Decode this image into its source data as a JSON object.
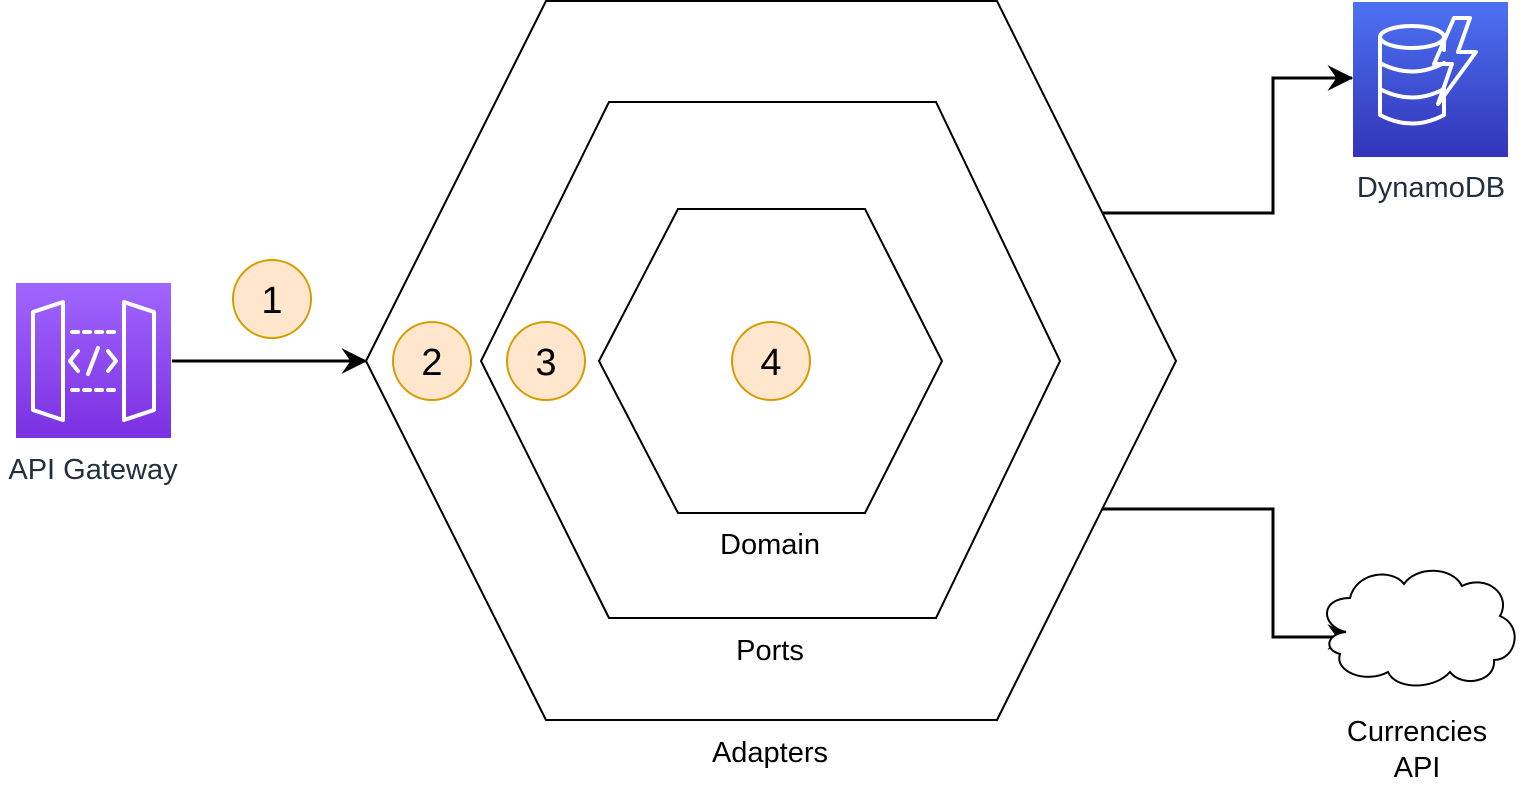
{
  "colors": {
    "api_gateway_top": "#a166ff",
    "api_gateway_bottom": "#7b30e1",
    "dynamodb_top": "#4d72f3",
    "dynamodb_bottom": "#3334b9",
    "step_fill": "#ffe6cc",
    "step_stroke": "#d79b00",
    "line": "#000000",
    "service_label": "#232f3e"
  },
  "nodes": {
    "api_gateway": {
      "label": "API Gateway",
      "icon": "api-gateway-icon"
    },
    "dynamodb": {
      "label": "DynamoDB",
      "icon": "dynamodb-icon"
    },
    "currencies_api": {
      "label_line1": "Currencies",
      "label_line2": "API",
      "icon": "cloud-icon"
    }
  },
  "layers": {
    "adapters": "Adapters",
    "ports": "Ports",
    "domain": "Domain"
  },
  "steps": [
    "1",
    "2",
    "3",
    "4"
  ]
}
